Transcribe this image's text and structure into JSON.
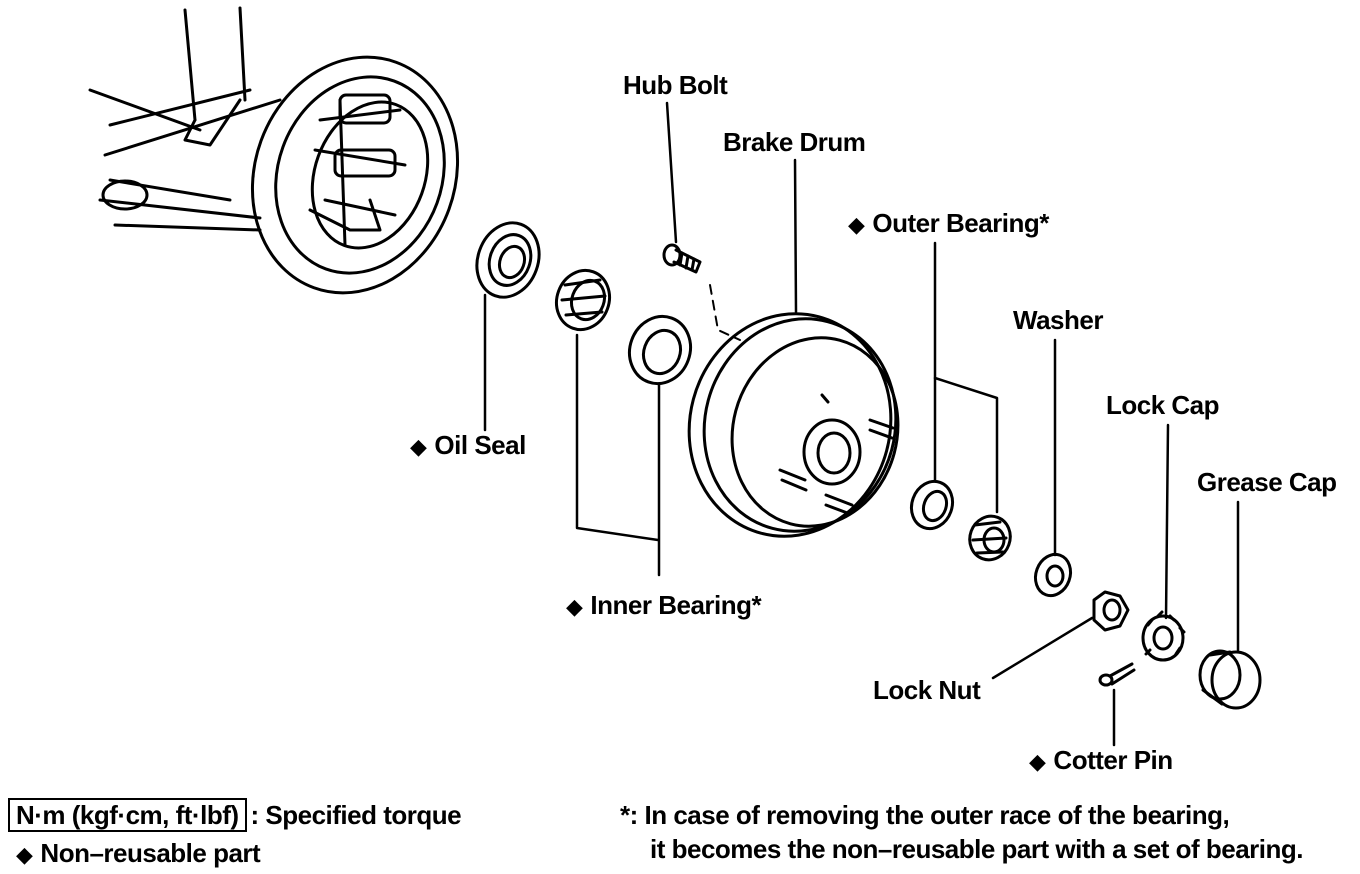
{
  "labels": {
    "hub_bolt": "Hub Bolt",
    "brake_drum": "Brake Drum",
    "outer_bearing": "Outer Bearing*",
    "washer": "Washer",
    "lock_cap": "Lock Cap",
    "grease_cap": "Grease Cap",
    "oil_seal": "Oil Seal",
    "inner_bearing": "Inner Bearing*",
    "lock_nut": "Lock Nut",
    "cotter_pin": "Cotter Pin"
  },
  "legend": {
    "torque_unit": "N·m (kgf·cm, ft·lbf)",
    "torque_desc": ": Specified torque",
    "non_reusable": "Non–reusable part"
  },
  "note": {
    "line1": "*: In case of removing the outer race of the bearing,",
    "line2": "it becomes the non–reusable part with a set of bearing."
  }
}
